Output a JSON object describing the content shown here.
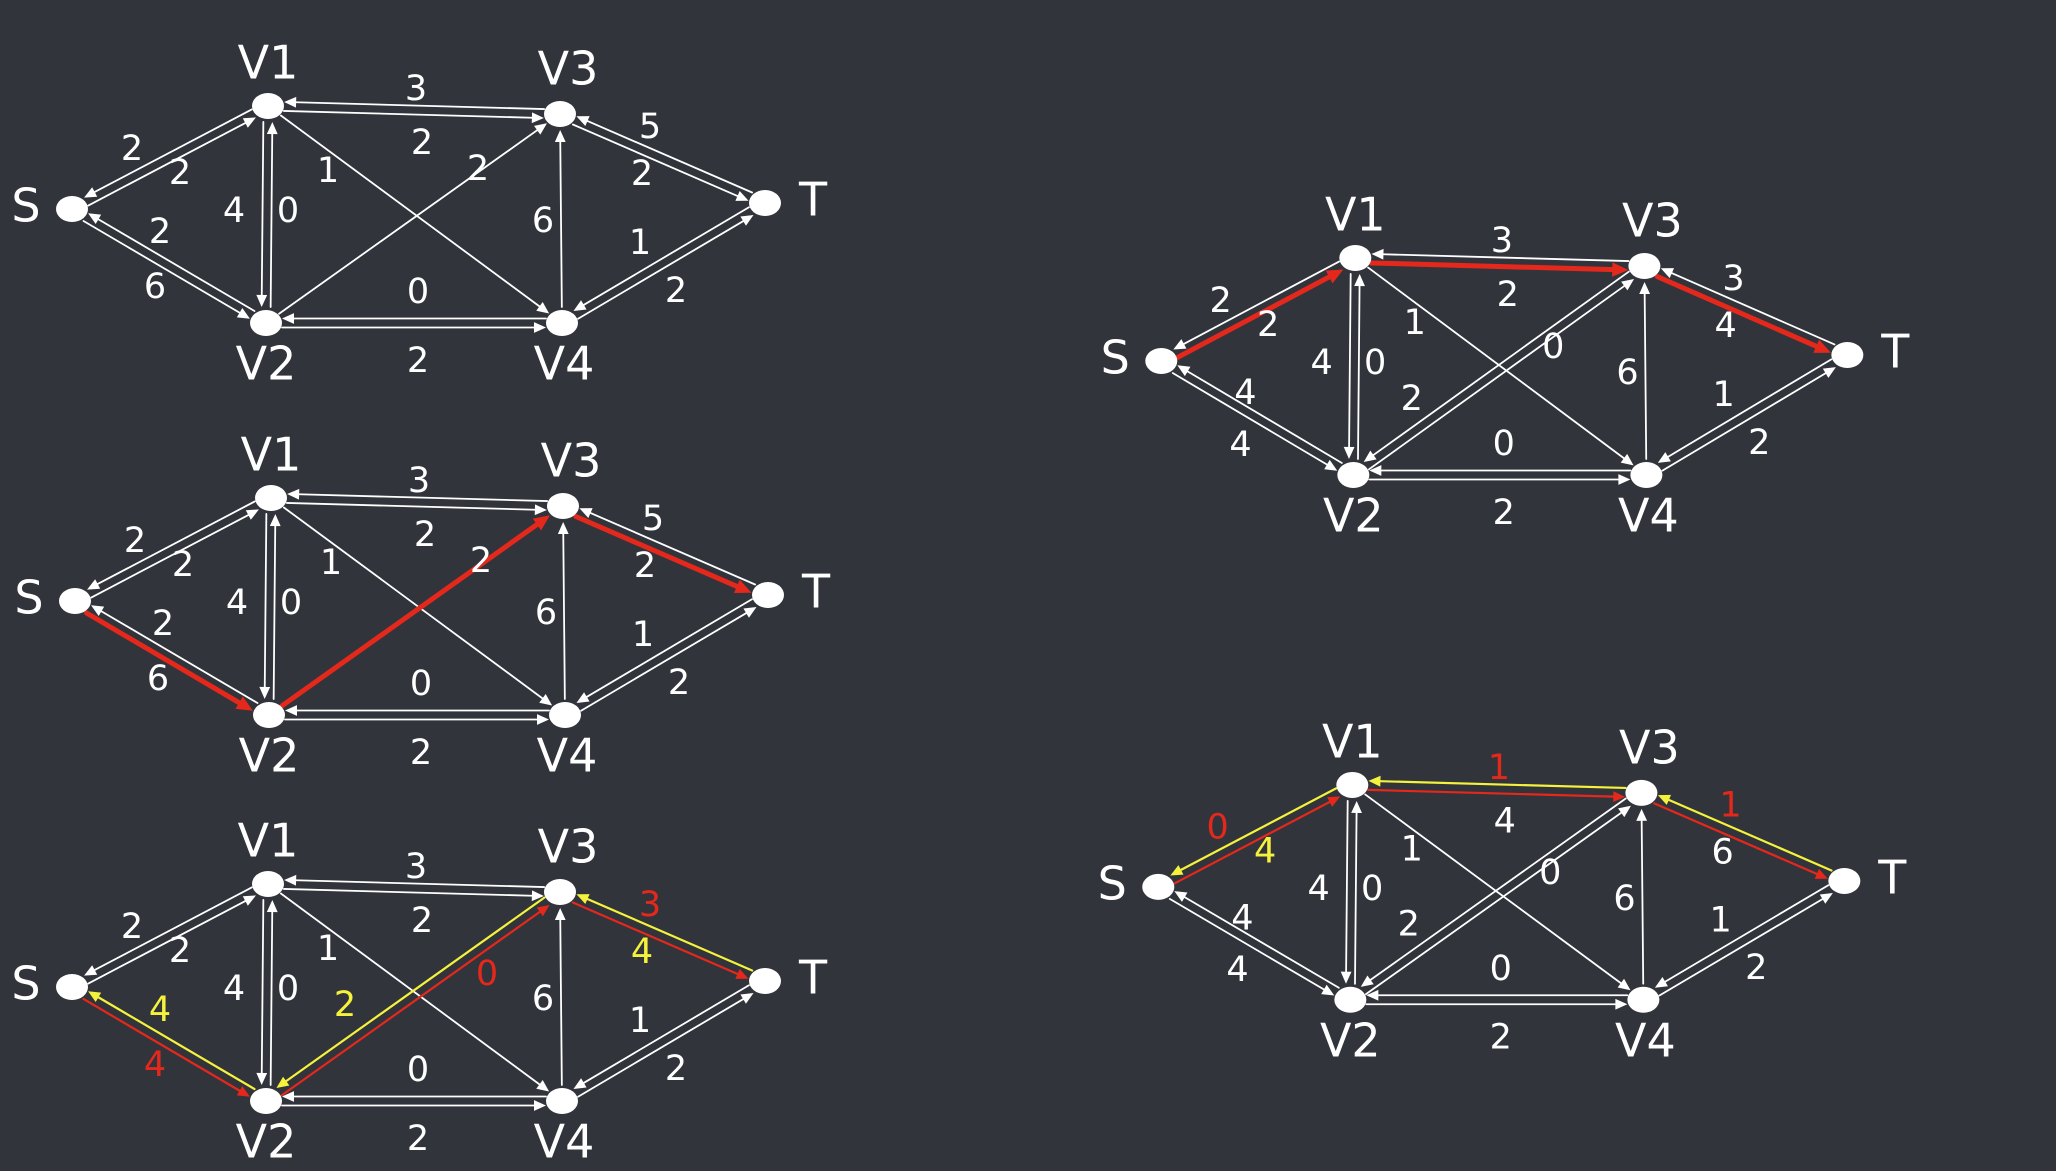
{
  "colors": {
    "background": "#31343b",
    "default": "#ffffff",
    "highlight": "#e5281c",
    "yellow": "#f5f23d",
    "red": "#e5281c"
  },
  "nodes": [
    "S",
    "V1",
    "V2",
    "V3",
    "V4",
    "T"
  ],
  "graphs": [
    {
      "id": "g1",
      "edges": [
        {
          "from": "S",
          "to": "V1",
          "label": "2"
        },
        {
          "from": "V1",
          "to": "S",
          "label": "2"
        },
        {
          "from": "S",
          "to": "V2",
          "label": "6"
        },
        {
          "from": "V2",
          "to": "S",
          "label": "2"
        },
        {
          "from": "V1",
          "to": "V3",
          "label": "3"
        },
        {
          "from": "V3",
          "to": "V1",
          "label": "2"
        },
        {
          "from": "V1",
          "to": "V2",
          "label": "4"
        },
        {
          "from": "V2",
          "to": "V1",
          "label": "0"
        },
        {
          "from": "V1",
          "to": "V4",
          "label": "1"
        },
        {
          "from": "V2",
          "to": "V3",
          "label": "2"
        },
        {
          "from": "V2",
          "to": "V4",
          "label": "0"
        },
        {
          "from": "V4",
          "to": "V2",
          "label": "2"
        },
        {
          "from": "V4",
          "to": "V3",
          "label": "6"
        },
        {
          "from": "V3",
          "to": "T",
          "label": "5"
        },
        {
          "from": "T",
          "to": "V3",
          "label": "2"
        },
        {
          "from": "V4",
          "to": "T",
          "label": "1"
        },
        {
          "from": "T",
          "to": "V4",
          "label": "2"
        }
      ]
    },
    {
      "id": "g2",
      "edges": [
        {
          "from": "S",
          "to": "V1",
          "label": "2"
        },
        {
          "from": "V1",
          "to": "S",
          "label": "2"
        },
        {
          "from": "S",
          "to": "V2",
          "label": "6",
          "color": "highlight"
        },
        {
          "from": "V2",
          "to": "S",
          "label": "2"
        },
        {
          "from": "V1",
          "to": "V3",
          "label": "3"
        },
        {
          "from": "V3",
          "to": "V1",
          "label": "2"
        },
        {
          "from": "V1",
          "to": "V2",
          "label": "4"
        },
        {
          "from": "V2",
          "to": "V1",
          "label": "0"
        },
        {
          "from": "V1",
          "to": "V4",
          "label": "1"
        },
        {
          "from": "V2",
          "to": "V3",
          "label": "2",
          "color": "highlight"
        },
        {
          "from": "V2",
          "to": "V4",
          "label": "0"
        },
        {
          "from": "V4",
          "to": "V2",
          "label": "2"
        },
        {
          "from": "V4",
          "to": "V3",
          "label": "6"
        },
        {
          "from": "V3",
          "to": "T",
          "label": "5",
          "color": "highlight"
        },
        {
          "from": "T",
          "to": "V3",
          "label": "2"
        },
        {
          "from": "V4",
          "to": "T",
          "label": "1"
        },
        {
          "from": "T",
          "to": "V4",
          "label": "2"
        }
      ]
    },
    {
      "id": "g3",
      "edges": [
        {
          "from": "S",
          "to": "V1",
          "label": "2"
        },
        {
          "from": "V1",
          "to": "S",
          "label": "2"
        },
        {
          "from": "S",
          "to": "V2",
          "label": "4",
          "color": "red",
          "labelColor": "red"
        },
        {
          "from": "V2",
          "to": "S",
          "label": "4",
          "color": "yellow",
          "labelColor": "yellow"
        },
        {
          "from": "V1",
          "to": "V3",
          "label": "3"
        },
        {
          "from": "V3",
          "to": "V1",
          "label": "2"
        },
        {
          "from": "V1",
          "to": "V2",
          "label": "4"
        },
        {
          "from": "V2",
          "to": "V1",
          "label": "0"
        },
        {
          "from": "V1",
          "to": "V4",
          "label": "1"
        },
        {
          "from": "V2",
          "to": "V3",
          "label": "0",
          "color": "red",
          "labelColor": "red"
        },
        {
          "from": "V3",
          "to": "V2",
          "label": "2",
          "color": "yellow",
          "labelColor": "yellow"
        },
        {
          "from": "V2",
          "to": "V4",
          "label": "0"
        },
        {
          "from": "V4",
          "to": "V2",
          "label": "2"
        },
        {
          "from": "V4",
          "to": "V3",
          "label": "6"
        },
        {
          "from": "V3",
          "to": "T",
          "label": "3",
          "color": "red",
          "labelColor": "red"
        },
        {
          "from": "T",
          "to": "V3",
          "label": "4",
          "color": "yellow",
          "labelColor": "yellow"
        },
        {
          "from": "V4",
          "to": "T",
          "label": "1"
        },
        {
          "from": "T",
          "to": "V4",
          "label": "2"
        }
      ]
    },
    {
      "id": "g4",
      "edges": [
        {
          "from": "S",
          "to": "V1",
          "label": "2",
          "color": "highlight"
        },
        {
          "from": "V1",
          "to": "S",
          "label": "2"
        },
        {
          "from": "S",
          "to": "V2",
          "label": "4"
        },
        {
          "from": "V2",
          "to": "S",
          "label": "4"
        },
        {
          "from": "V1",
          "to": "V3",
          "label": "3",
          "color": "highlight"
        },
        {
          "from": "V3",
          "to": "V1",
          "label": "2"
        },
        {
          "from": "V1",
          "to": "V2",
          "label": "4"
        },
        {
          "from": "V2",
          "to": "V1",
          "label": "0"
        },
        {
          "from": "V1",
          "to": "V4",
          "label": "1"
        },
        {
          "from": "V2",
          "to": "V3",
          "label": "2"
        },
        {
          "from": "V3",
          "to": "V2",
          "label": "0"
        },
        {
          "from": "V2",
          "to": "V4",
          "label": "0"
        },
        {
          "from": "V4",
          "to": "V2",
          "label": "2"
        },
        {
          "from": "V4",
          "to": "V3",
          "label": "6"
        },
        {
          "from": "V3",
          "to": "T",
          "label": "3",
          "color": "highlight"
        },
        {
          "from": "T",
          "to": "V3",
          "label": "4"
        },
        {
          "from": "V4",
          "to": "T",
          "label": "1"
        },
        {
          "from": "T",
          "to": "V4",
          "label": "2"
        }
      ]
    },
    {
      "id": "g5",
      "edges": [
        {
          "from": "S",
          "to": "V1",
          "label": "0",
          "color": "red",
          "labelColor": "red"
        },
        {
          "from": "V1",
          "to": "S",
          "label": "4",
          "color": "yellow",
          "labelColor": "yellow"
        },
        {
          "from": "S",
          "to": "V2",
          "label": "4"
        },
        {
          "from": "V2",
          "to": "S",
          "label": "4"
        },
        {
          "from": "V1",
          "to": "V3",
          "label": "1",
          "color": "red",
          "labelColor": "red"
        },
        {
          "from": "V3",
          "to": "V1",
          "label": "4",
          "color": "yellow"
        },
        {
          "from": "V1",
          "to": "V2",
          "label": "4"
        },
        {
          "from": "V2",
          "to": "V1",
          "label": "0"
        },
        {
          "from": "V1",
          "to": "V4",
          "label": "1"
        },
        {
          "from": "V2",
          "to": "V3",
          "label": "2"
        },
        {
          "from": "V3",
          "to": "V2",
          "label": "0"
        },
        {
          "from": "V2",
          "to": "V4",
          "label": "0"
        },
        {
          "from": "V4",
          "to": "V2",
          "label": "2"
        },
        {
          "from": "V4",
          "to": "V3",
          "label": "6"
        },
        {
          "from": "V3",
          "to": "T",
          "label": "1",
          "color": "red",
          "labelColor": "red"
        },
        {
          "from": "T",
          "to": "V3",
          "label": "6",
          "color": "yellow"
        },
        {
          "from": "V4",
          "to": "T",
          "label": "1"
        },
        {
          "from": "T",
          "to": "V4",
          "label": "2"
        }
      ]
    }
  ]
}
